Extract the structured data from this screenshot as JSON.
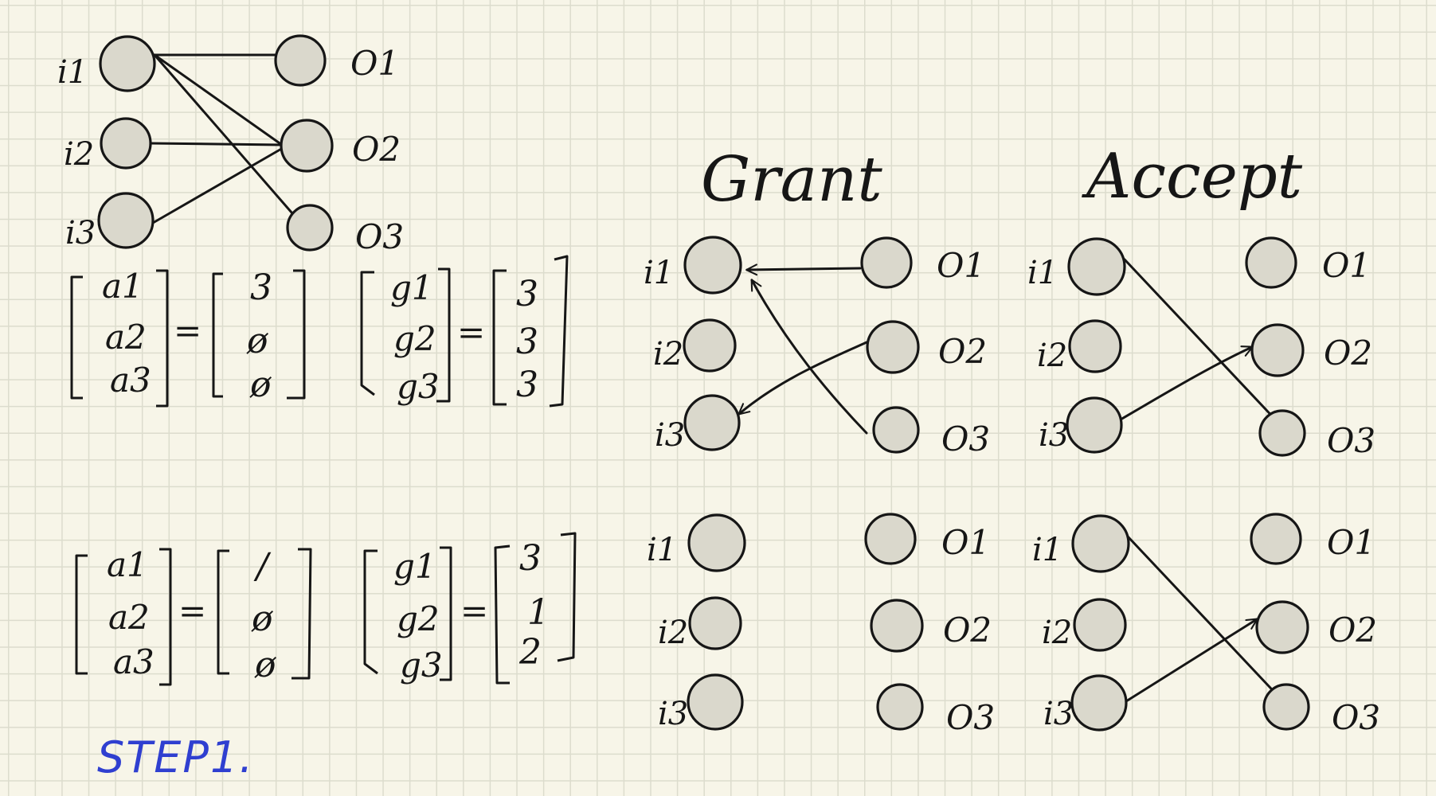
{
  "nodes": {
    "inputs": [
      "i1",
      "i2",
      "i3"
    ],
    "outputs": [
      "O1",
      "O2",
      "O3"
    ]
  },
  "headings": {
    "grant": "Grant",
    "accept": "Accept"
  },
  "matrices": {
    "step1": {
      "a_vars": [
        "a1",
        "a2",
        "a3"
      ],
      "a_values": [
        "3",
        "ø",
        "ø"
      ],
      "g_vars": [
        "g1",
        "g2",
        "g3"
      ],
      "g_values": [
        "3",
        "3",
        "3"
      ]
    },
    "step2": {
      "a_vars": [
        "a1",
        "a2",
        "a3"
      ],
      "a_values": [
        "/",
        "ø",
        "ø"
      ],
      "g_vars": [
        "g1",
        "g2",
        "g3"
      ],
      "g_values": [
        "3",
        "1",
        "2"
      ]
    },
    "equals": "="
  },
  "footer": {
    "step_label": "STEP1."
  }
}
